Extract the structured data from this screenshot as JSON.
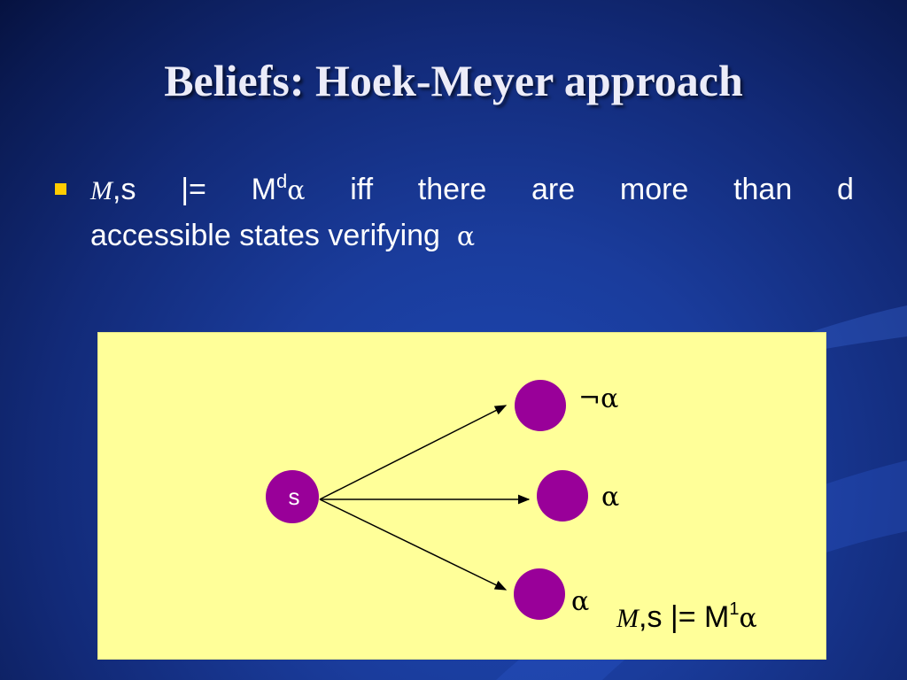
{
  "slide": {
    "title": "Beliefs: Hoek-Meyer approach",
    "bullet": {
      "line1": {
        "model_symbol": "M",
        "state_part": ",s",
        "entails": "|=",
        "modal_base": "M",
        "modal_sup": "d",
        "formula": "α",
        "words": [
          "iff",
          "there",
          "are",
          "more",
          "than",
          "d"
        ]
      },
      "line2": {
        "text": "accessible states verifying",
        "formula": "α"
      }
    },
    "diagram": {
      "source_node_label": "s",
      "target_labels": {
        "top": "¬α",
        "middle": "α",
        "bottom": "α"
      },
      "caption": {
        "model_symbol": "M",
        "state_part": ",s |= M",
        "modal_sup": "1",
        "formula": "α"
      },
      "colors": {
        "box_background": "#ffff99",
        "node_fill": "#990099",
        "arrow": "#000000"
      }
    },
    "colors": {
      "background": "#1a3c9c",
      "bullet": "#ffcc00",
      "text": "#ffffff"
    }
  }
}
